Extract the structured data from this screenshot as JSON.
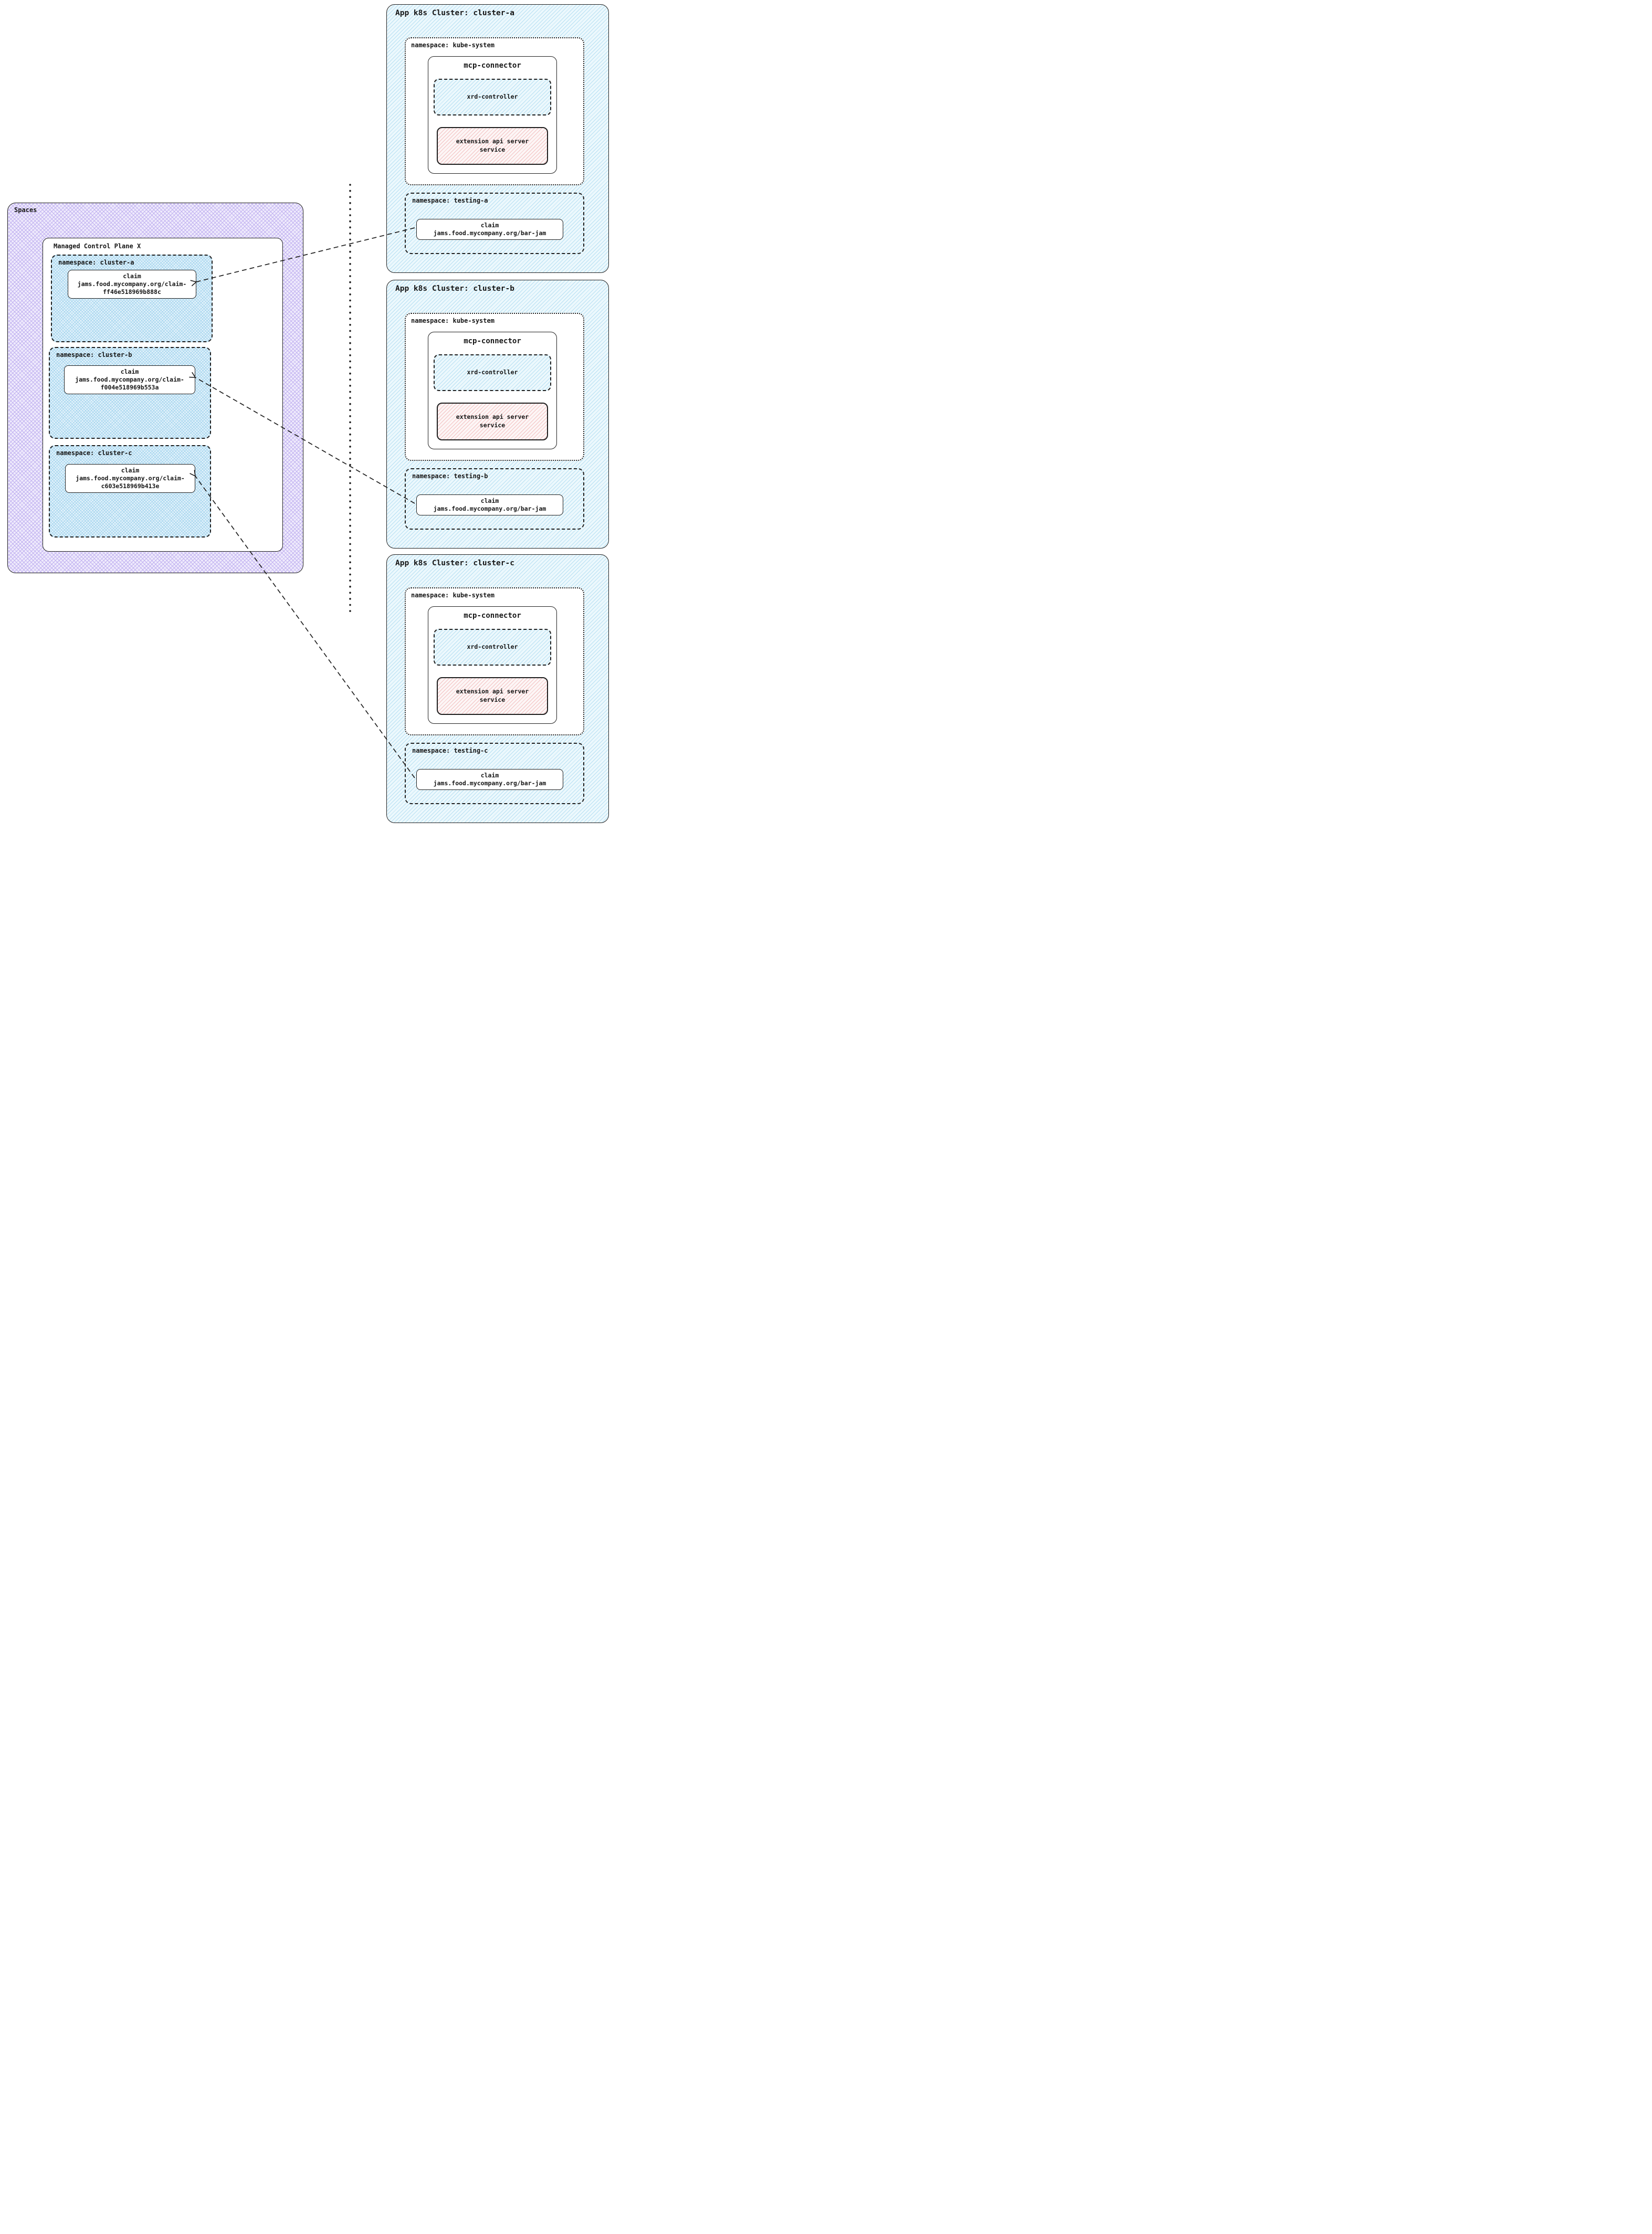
{
  "colors": {
    "border": "#1f1f1f",
    "purple-base": "#efebfc",
    "purple-line": "#c0b0f0",
    "bluecross-base": "#e3f2fb",
    "bluecross-line": "#a5d5ee",
    "blue-base": "#ecf8fd",
    "blue-line": "#b7e0f2",
    "red-base": "#fdf6f6",
    "red-line": "#f2c0c0"
  },
  "spaces": {
    "title": "Spaces",
    "mcp": {
      "title": "Managed Control Plane X",
      "namespaces": [
        {
          "label": "namespace: cluster-a",
          "claim_title": "claim",
          "claim_line1": "jams.food.mycompany.org/claim-",
          "claim_line2": "ff46e518969b888c"
        },
        {
          "label": "namespace: cluster-b",
          "claim_title": "claim",
          "claim_line1": "jams.food.mycompany.org/claim-",
          "claim_line2": "f004e518969b553a"
        },
        {
          "label": "namespace: cluster-c",
          "claim_title": "claim",
          "claim_line1": "jams.food.mycompany.org/claim-",
          "claim_line2": "c603e518969b413e"
        }
      ]
    }
  },
  "clusters": [
    {
      "title": "App k8s Cluster: cluster-a",
      "kube_namespace_label": "namespace: kube-system",
      "connector_title": "mcp-connector",
      "xrd_label": "xrd-controller",
      "ext_api_line1": "extension api server",
      "ext_api_line2": "service",
      "testing_namespace_label": "namespace: testing-a",
      "claim_title": "claim",
      "claim_name": "jams.food.mycompany.org/bar-jam"
    },
    {
      "title": "App k8s Cluster: cluster-b",
      "kube_namespace_label": "namespace: kube-system",
      "connector_title": "mcp-connector",
      "xrd_label": "xrd-controller",
      "ext_api_line1": "extension api server",
      "ext_api_line2": "service",
      "testing_namespace_label": "namespace: testing-b",
      "claim_title": "claim",
      "claim_name": "jams.food.mycompany.org/bar-jam"
    },
    {
      "title": "App k8s Cluster: cluster-c",
      "kube_namespace_label": "namespace: kube-system",
      "connector_title": "mcp-connector",
      "xrd_label": "xrd-controller",
      "ext_api_line1": "extension api server",
      "ext_api_line2": "service",
      "testing_namespace_label": "namespace: testing-c",
      "claim_title": "claim",
      "claim_name": "jams.food.mycompany.org/bar-jam"
    }
  ]
}
